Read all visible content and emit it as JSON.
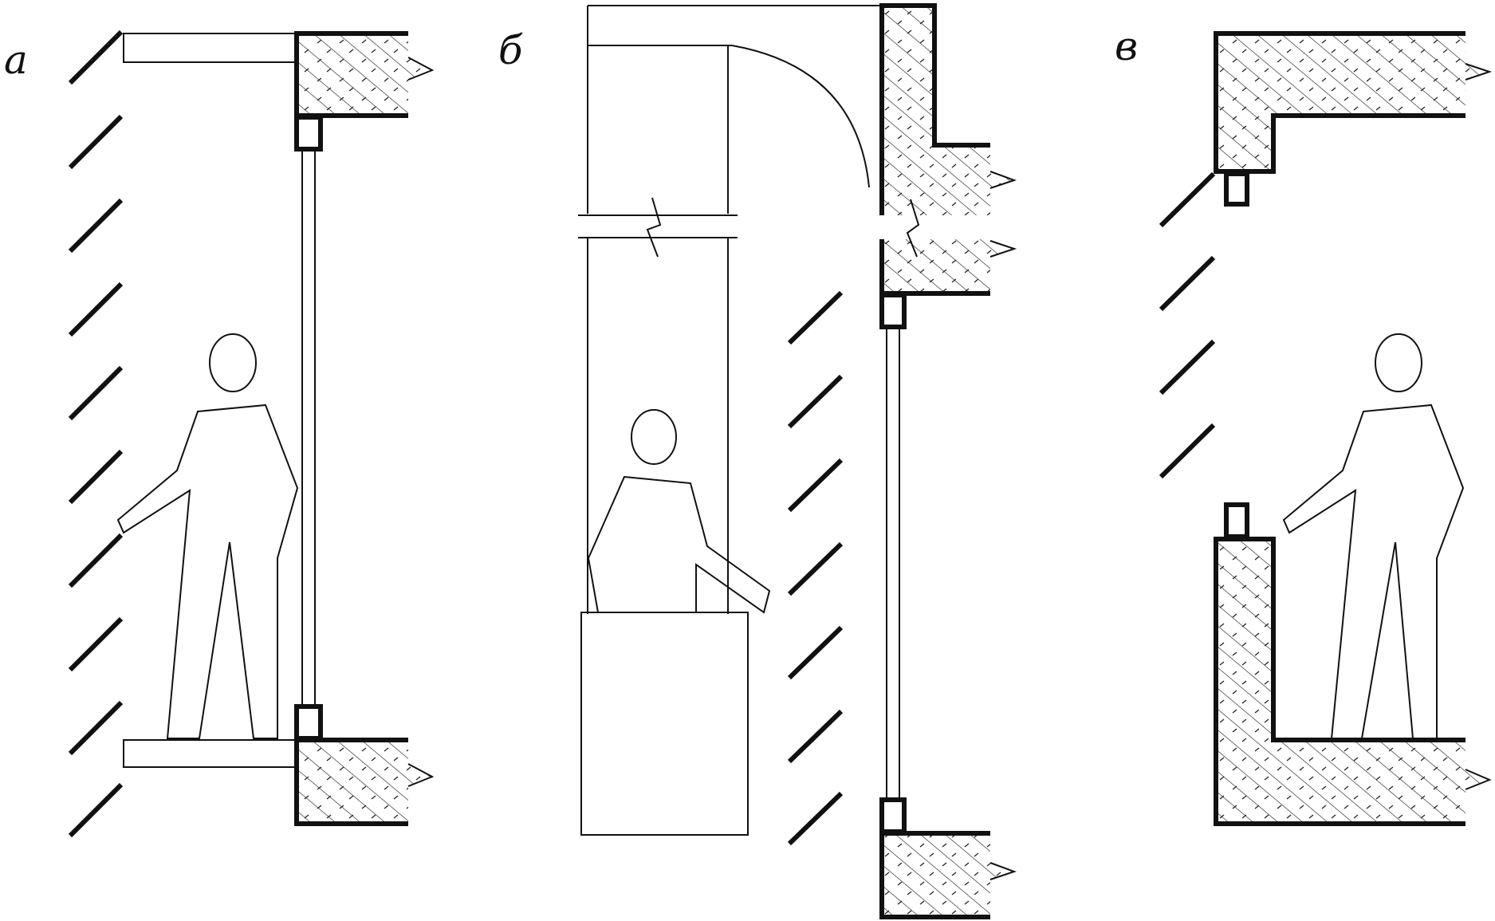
{
  "panels": [
    {
      "key": "a",
      "label": "а"
    },
    {
      "key": "b",
      "label": "б"
    },
    {
      "key": "v",
      "label": "в"
    }
  ],
  "colors": {
    "line": "#111111",
    "background": "#ffffff"
  }
}
